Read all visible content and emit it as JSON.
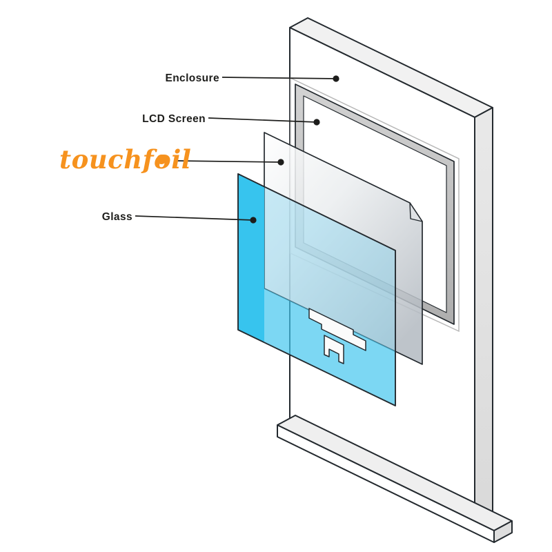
{
  "diagram": {
    "type": "exploded-view-kiosk-touchscreen",
    "callouts": {
      "enclosure": {
        "label": "Enclosure"
      },
      "lcd_screen": {
        "label": "LCD Screen"
      },
      "touchfoil": {
        "label": "touchfoil"
      },
      "glass": {
        "label": "Glass"
      }
    },
    "colors": {
      "brand_orange": "#F6921E",
      "glass_cyan": "#2EC2ED",
      "line_dark": "#1D1D1B",
      "outline_dark": "#23292E",
      "bezel_gray": "#C6C6C6",
      "enclosure_white": "#FFFFFF"
    }
  }
}
